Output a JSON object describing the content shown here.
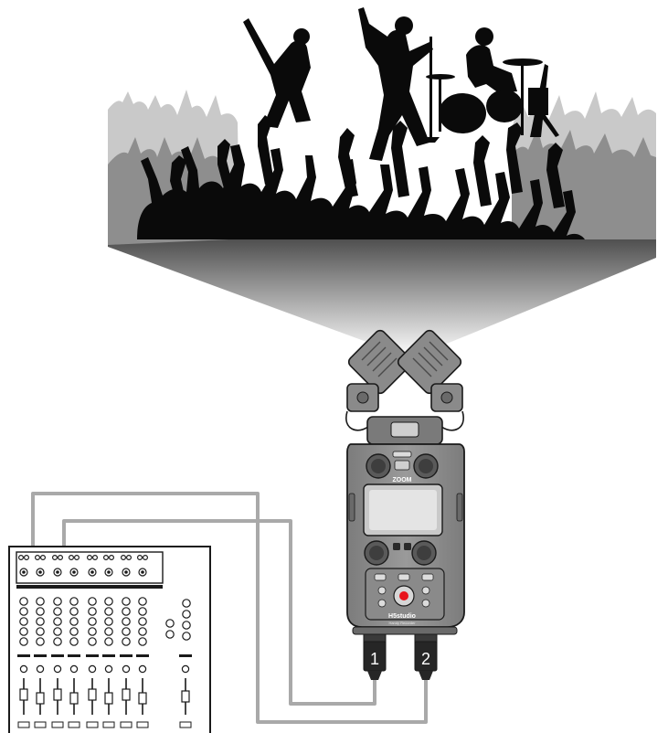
{
  "device": {
    "brand": "ZOOM",
    "model": "H5studio",
    "subtitle": "Handy Recorder"
  },
  "plugs": [
    {
      "label": "1"
    },
    {
      "label": "2"
    }
  ],
  "colors": {
    "cable": "#a8a8a8",
    "recorder_body": "#8f8f8f",
    "recorder_dark": "#5e5e5e",
    "record_button": "#e8141b",
    "silhouette": "#000000",
    "crowd_far": "#c8c8c8"
  },
  "icons": {
    "audience": "crowd-silhouette-icon",
    "band": "band-silhouette-icon",
    "recorder": "handy-recorder-icon",
    "mixer": "mixing-console-icon"
  }
}
